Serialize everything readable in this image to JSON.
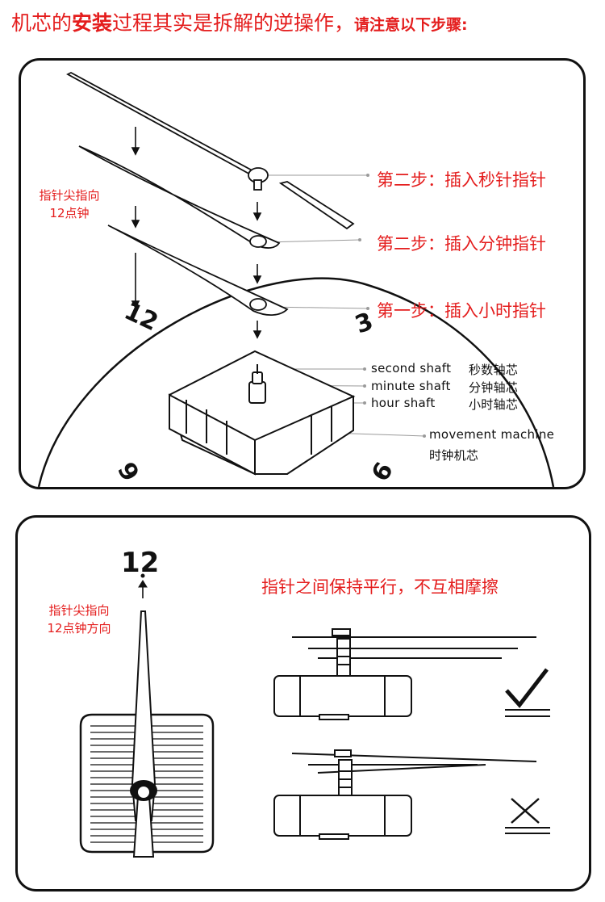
{
  "header": {
    "part1": "机芯的",
    "part2": "安装",
    "part3": "过程其实是拆解的逆操作，",
    "part4": "请注意以下步骤:"
  },
  "top_panel": {
    "tip_note_line1": "指针尖指向",
    "tip_note_line2": "12点钟",
    "steps": [
      "第二步：插入秒针指针",
      "第二步：插入分钟指针",
      "第一步：插入小时指针"
    ],
    "parts": [
      {
        "en": "second shaft",
        "cn": "秒数轴芯"
      },
      {
        "en": "minute shaft",
        "cn": "分钟轴芯"
      },
      {
        "en": "hour shaft",
        "cn": "小时轴芯"
      }
    ],
    "movement_en": "movement  machine",
    "movement_cn": "时钟机芯",
    "dial_numbers": {
      "twelve": "12",
      "three": "3",
      "six": "6",
      "nine": "9"
    }
  },
  "bottom_panel": {
    "twelve": "12",
    "tip_note_line1": "指针尖指向",
    "tip_note_line2": "12点钟方向",
    "parallel_note": "指针之间保持平行，不互相摩擦"
  },
  "colors": {
    "accent": "#e41d1d",
    "ink": "#111111",
    "guide": "#9a9a9a"
  },
  "icons": {
    "correct": "check-icon",
    "wrong": "cross-icon"
  }
}
